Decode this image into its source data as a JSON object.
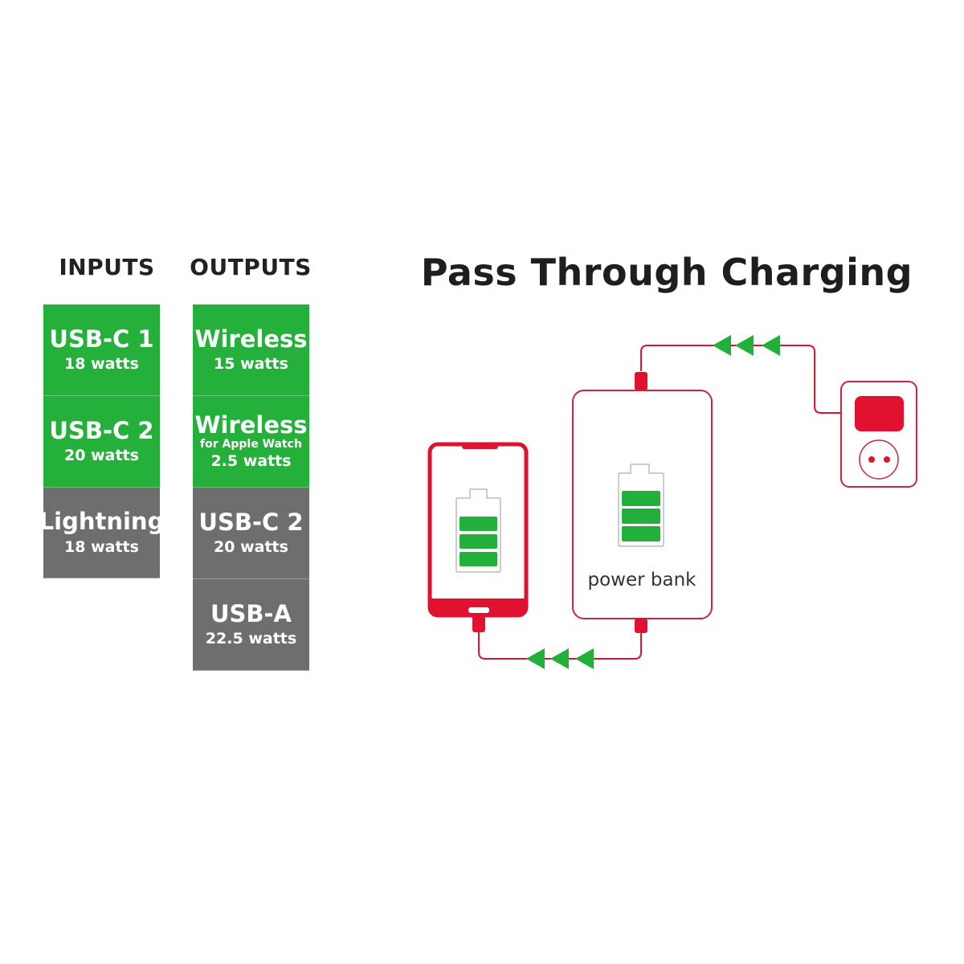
{
  "title": "Pass Through Charging",
  "inputs": {
    "header": "INPUTS",
    "items": [
      {
        "name": "USB-C 1",
        "watts": "18 watts",
        "color": "#25b03b"
      },
      {
        "name": "USB-C 2",
        "watts": "20 watts",
        "color": "#25b03b"
      },
      {
        "name": "Lightning",
        "watts": "18 watts",
        "color": "#6e6e6e"
      }
    ]
  },
  "outputs": {
    "header": "OUTPUTS",
    "items": [
      {
        "name": "Wireless",
        "watts": "15 watts",
        "color": "#25b03b"
      },
      {
        "name": "Wireless",
        "sub": "for Apple Watch",
        "watts": "2.5 watts",
        "color": "#25b03b"
      },
      {
        "name": "USB-C 2",
        "watts": "20 watts",
        "color": "#6e6e6e"
      },
      {
        "name": "USB-A",
        "watts": "22.5 watts",
        "color": "#6e6e6e"
      }
    ]
  },
  "diagram": {
    "power_bank_label": "power bank",
    "accent": "#e0122f",
    "arrow_color": "#22b03a"
  }
}
